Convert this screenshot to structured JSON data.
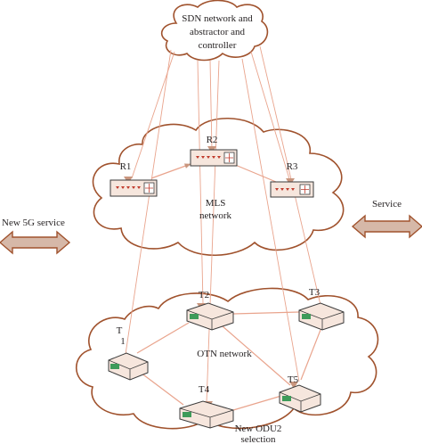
{
  "colors": {
    "cloud_stroke": "#a0522d",
    "link": "#e9a48d",
    "arrow": "#c9967e",
    "device_fill": "#f6e6dd",
    "device_stroke": "#3a3a3a",
    "accent_green": "#3e9b5a",
    "text": "#231f20"
  },
  "sdn": {
    "label_lines": [
      "SDN network and",
      "abstractor and",
      "controller"
    ]
  },
  "mls": {
    "label_lines": [
      "MLS",
      "network"
    ],
    "routers": [
      {
        "id": "R1",
        "label": "R1",
        "icon": "router-icon"
      },
      {
        "id": "R2",
        "label": "R2",
        "icon": "router-icon"
      },
      {
        "id": "R3",
        "label": "R3",
        "icon": "router-icon"
      }
    ]
  },
  "otn": {
    "label": "OTN network",
    "switches": [
      {
        "id": "T1",
        "label_lines": [
          "T",
          "1"
        ],
        "icon": "otn-switch-icon"
      },
      {
        "id": "T2",
        "label_lines": [
          "T2"
        ],
        "icon": "otn-switch-icon"
      },
      {
        "id": "T3",
        "label_lines": [
          "T3"
        ],
        "icon": "otn-switch-icon"
      },
      {
        "id": "T4",
        "label_lines": [
          "T4"
        ],
        "icon": "otn-switch-icon"
      },
      {
        "id": "T5",
        "label_lines": [
          "T5"
        ],
        "icon": "otn-switch-icon"
      }
    ],
    "selection_label_lines": [
      "New ODU2",
      "selection"
    ]
  },
  "left_arrow": {
    "label": "New 5G service",
    "icon": "double-arrow-icon"
  },
  "right_arrow": {
    "label": "Service",
    "icon": "double-arrow-icon"
  }
}
